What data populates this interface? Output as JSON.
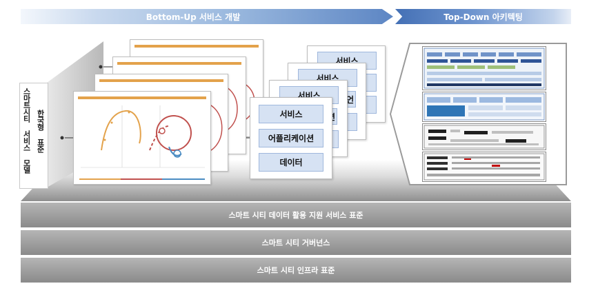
{
  "banners": {
    "left": "Bottom-Up 서비스 개발",
    "right": "Top-Down 아키텍팅"
  },
  "side_label": {
    "line1": "스마트시티 서비스 모델",
    "line2": "한국형 표준"
  },
  "service_cards": [
    [
      "서비스",
      "",
      ""
    ],
    [
      "서비스",
      "",
      "언"
    ],
    [
      "서비스",
      "",
      "션"
    ],
    [
      "서비스",
      "어플리케이션",
      "데이터"
    ]
  ],
  "layers": [
    "스마트 시티 데이터 활용 지원 서비스 표준",
    "스마트 시티 거버넌스",
    "스마트 시티 인프라 표준"
  ],
  "colors": {
    "accent_blue": "#5d86c4",
    "doc_orange": "#e3a24b",
    "doc_red": "#c0504d",
    "card_blue": "#d6e2f3"
  }
}
